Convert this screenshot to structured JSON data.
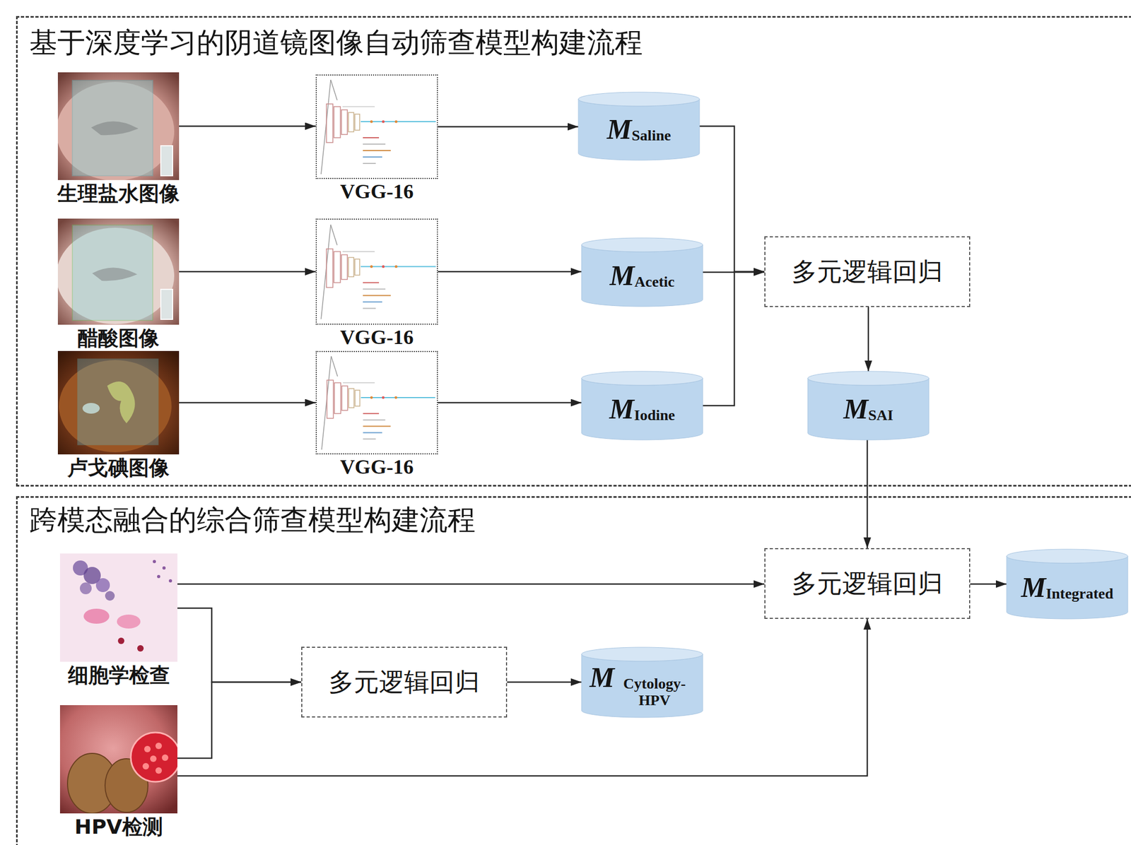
{
  "diagram": {
    "nodes": [
      {
        "text": [
          "基于深度学习的阴道镜图像自动筛查模型构建流程"
        ]
      },
      {
        "text": [
          "生理盐水图像"
        ],
        "in": 0
      },
      {
        "text": [
          "VGG-16"
        ],
        "in": 0
      },
      {
        "text": [
          "M",
          "Saline"
        ],
        "in": 0
      },
      {
        "text": [
          "醋酸图像"
        ],
        "in": 0
      },
      {
        "text": [
          "VGG-16"
        ],
        "in": 0
      },
      {
        "text": [
          "M",
          "Acetic"
        ],
        "in": 0
      },
      {
        "text": [
          "多元逻辑回归"
        ],
        "in": 0
      },
      {
        "text": [
          "卢戈碘图像"
        ],
        "in": 0
      },
      {
        "text": [
          "VGG-16"
        ],
        "in": 0
      },
      {
        "text": [
          "M",
          "Iodine"
        ],
        "in": 0
      },
      {
        "text": [
          "M",
          "SAI"
        ],
        "in": 0
      },
      {
        "text": [
          "跨模态融合的综合筛查模型构建流程"
        ]
      },
      {
        "text": [
          "细胞学检查"
        ],
        "in": 12
      },
      {
        "text": [
          "多元逻辑回归"
        ],
        "in": 12
      },
      {
        "text": [
          "M",
          "Integrated"
        ],
        "in": 12
      },
      {
        "text": [
          "多元逻辑回归"
        ],
        "in": 12
      },
      {
        "text": [
          "M",
          "Cytology-HPV"
        ],
        "in": 12
      },
      {
        "text": [
          "HPV检测"
        ],
        "in": 12
      }
    ],
    "edges": [
      {
        "from": 1,
        "to": 2,
        "arrow": "to"
      },
      {
        "from": 2,
        "to": 3,
        "arrow": "to"
      },
      {
        "from": 4,
        "to": 5,
        "arrow": "to"
      },
      {
        "from": 5,
        "to": 6,
        "arrow": "to"
      },
      {
        "from": 8,
        "to": 9,
        "arrow": "to"
      },
      {
        "from": 9,
        "to": 10,
        "arrow": "to"
      },
      {
        "from": 3,
        "to": 7,
        "arrow": "to"
      },
      {
        "from": 6,
        "to": 7,
        "arrow": "to"
      },
      {
        "from": 10,
        "to": 7,
        "arrow": "to"
      },
      {
        "from": 7,
        "to": 11,
        "arrow": "to"
      },
      {
        "from": 11,
        "to": 14,
        "arrow": "to"
      },
      {
        "from": 13,
        "to": 14,
        "arrow": "to"
      },
      {
        "from": 13,
        "to": 16,
        "arrow": "to"
      },
      {
        "from": 18,
        "to": 16,
        "arrow": "to"
      },
      {
        "from": 16,
        "to": 17,
        "arrow": "to"
      },
      {
        "from": 18,
        "to": 14,
        "arrow": "to"
      },
      {
        "from": 14,
        "to": 15,
        "arrow": "to"
      }
    ]
  }
}
